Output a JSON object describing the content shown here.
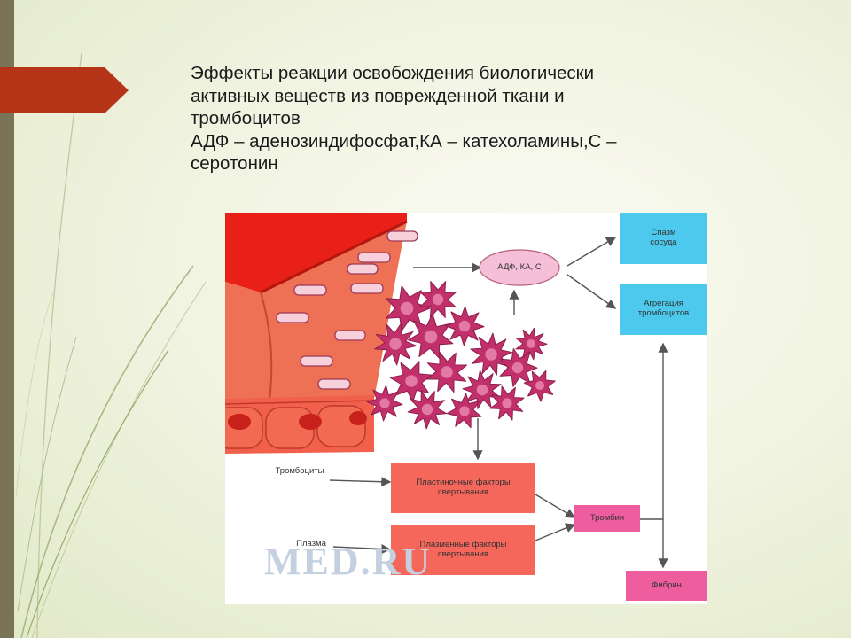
{
  "slide": {
    "title_lines": [
      "Эффекты реакции освобождения биологически",
      "активных веществ из поврежденной ткани и",
      "тромбоцитов",
      "АДФ – аденозиндифосфат,КА – катехоламины,С –",
      "серотонин"
    ]
  },
  "diagram": {
    "nodes": {
      "mediators": "АДФ, КА, С",
      "spasm": [
        "Спазм",
        "сосуда"
      ],
      "aggregation": [
        "Агрегация",
        "тромбоцитов"
      ],
      "platelet_factors": [
        "Пластиночные факторы",
        "свертывания"
      ],
      "plasma_factors": [
        "Плазменные факторы",
        "свертывания"
      ],
      "thrombin": "Тромбин",
      "fibrin": "Фибрин"
    },
    "labels": {
      "platelets": "Тромбоциты",
      "plasma": "Плазма"
    },
    "watermark": "MED.RU",
    "colors": {
      "box_blue": "#4cc9ec",
      "box_salmon": "#f5665b",
      "box_pink": "#ee5e9e",
      "ellipse": "#f5bfd8",
      "platelet": "#c2306b",
      "tissue": "#ef7155",
      "vessel_red": "#e82018"
    }
  }
}
